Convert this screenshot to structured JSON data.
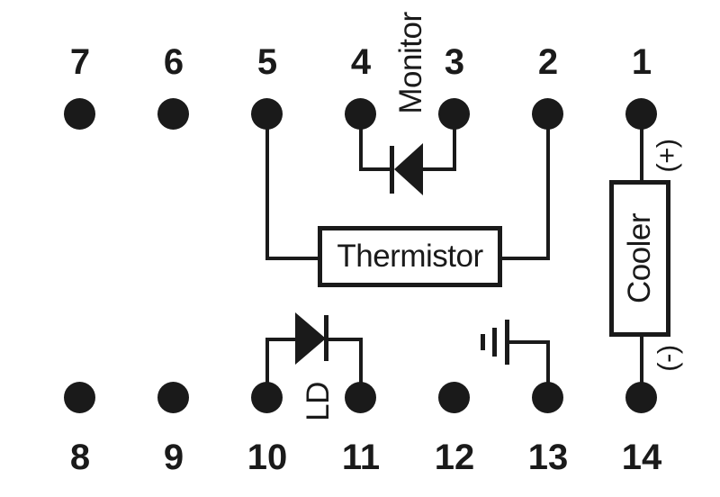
{
  "diagram": {
    "title": "laser-module-pinout",
    "pins_top": [
      "7",
      "6",
      "5",
      "4",
      "3",
      "2",
      "1"
    ],
    "pins_bottom": [
      "8",
      "9",
      "10",
      "11",
      "12",
      "13",
      "14"
    ],
    "components": {
      "monitor_label": "Monitor",
      "thermistor_label": "Thermistor",
      "ld_label": "LD",
      "cooler_label": "Cooler",
      "cooler_positive_label": "(+)",
      "cooler_negative_label": "(-)"
    },
    "colors": {
      "ink": "#1a1a1a",
      "background": "#ffffff"
    }
  }
}
